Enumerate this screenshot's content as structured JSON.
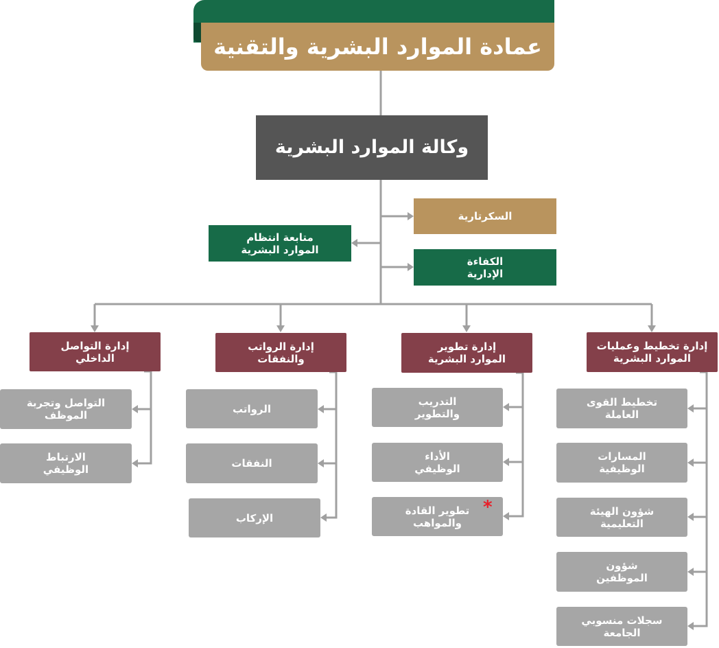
{
  "header": {
    "title": "عمادة الموارد البشرية والتقنية"
  },
  "agency": {
    "title": "وكالة الموارد البشرية"
  },
  "support_units": {
    "secretary": "السكرتارية",
    "admin_efficiency": "الكفاءة الإدارية",
    "hr_compliance": "متابعة انتظام الموارد البشرية"
  },
  "departments": [
    {
      "title": "إدارة تخطيط وعمليات الموارد البشرية",
      "units": [
        "تخطيط القوى العاملة",
        "المسارات الوظيفية",
        "شؤون الهيئة التعليمية",
        "شؤون الموظفين",
        "سجلات منسوبي الجامعة"
      ]
    },
    {
      "title": "إدارة تطوير الموارد البشرية",
      "units": [
        "التدريب والتطوير",
        "الأداء الوظيفي",
        "تطوير القادة والمواهب"
      ]
    },
    {
      "title": "إدارة الرواتب والنفقات",
      "units": [
        "الرواتب",
        "النفقات",
        "الإركاب"
      ]
    },
    {
      "title": "إدارة التواصل الداخلي",
      "units": [
        "التواصل وتجربة الموظف",
        "الارتباط الوظيفي"
      ]
    }
  ],
  "marker": "*",
  "colors": {
    "green": "#176b48",
    "gold": "#b9945e",
    "dark": "#555555",
    "maroon": "#84404a",
    "gray": "#a6a6a6",
    "line": "#a0a0a0"
  }
}
